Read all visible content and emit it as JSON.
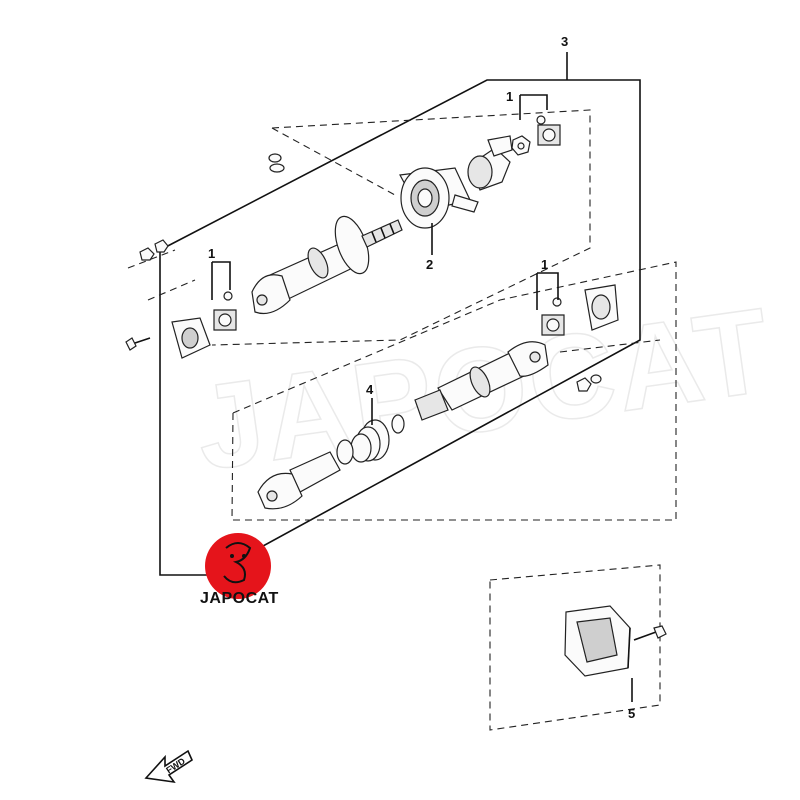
{
  "diagram": {
    "callouts": [
      {
        "id": "1",
        "label": "1"
      },
      {
        "id": "1b",
        "label": "1"
      },
      {
        "id": "1c",
        "label": "1"
      },
      {
        "id": "2",
        "label": "2"
      },
      {
        "id": "3",
        "label": "3"
      },
      {
        "id": "4",
        "label": "4"
      },
      {
        "id": "5",
        "label": "5"
      }
    ],
    "watermark": "JAPOCAT",
    "logo": {
      "text": "JAPOCAT",
      "color": "#e5141b"
    },
    "direction_arrow": {
      "label": "FWD"
    }
  }
}
